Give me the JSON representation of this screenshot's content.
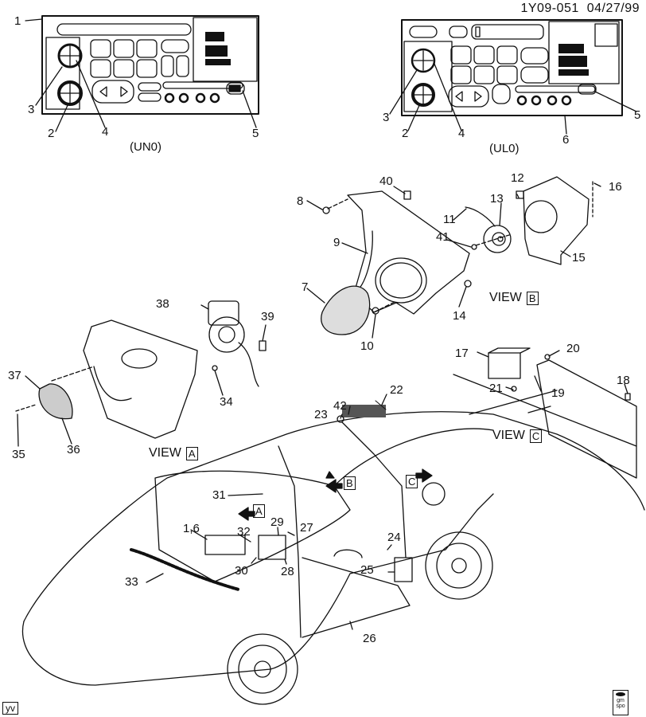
{
  "document": {
    "doc_id": "1Y09-051",
    "date": "04/27/99",
    "footer_left_tag": "yv",
    "footer_right_logo": [
      "gm",
      "spo"
    ]
  },
  "radios": [
    {
      "caption": "(UN0)",
      "callouts": [
        "1",
        "2",
        "3",
        "4",
        "5"
      ]
    },
    {
      "caption": "(UL0)",
      "callouts": [
        "2",
        "3",
        "4",
        "5",
        "6"
      ]
    }
  ],
  "views": {
    "A": {
      "label": "VIEW",
      "letter": "A",
      "callouts": [
        "34",
        "35",
        "36",
        "37",
        "38",
        "39"
      ]
    },
    "B": {
      "label": "VIEW",
      "letter": "B",
      "callouts": [
        "7",
        "8",
        "9",
        "10",
        "11",
        "12",
        "13",
        "14",
        "15",
        "16",
        "40",
        "41"
      ]
    },
    "C": {
      "label": "VIEW",
      "letter": "C",
      "callouts": [
        "17",
        "18",
        "19",
        "20",
        "21"
      ]
    }
  },
  "car": {
    "callouts": [
      "1,6",
      "22",
      "23",
      "24",
      "25",
      "26",
      "27",
      "28",
      "29",
      "30",
      "31",
      "32",
      "33",
      "42"
    ],
    "arrows": [
      {
        "letter": "A",
        "direction": "left"
      },
      {
        "letter": "B",
        "direction": "left"
      },
      {
        "letter": "C",
        "direction": "right"
      }
    ]
  },
  "labels": {
    "l1": "1",
    "l2a": "2",
    "l3a": "3",
    "l4a": "4",
    "l5a": "5",
    "l2b": "2",
    "l3b": "3",
    "l4b": "4",
    "l5b": "5",
    "l6": "6",
    "l7": "7",
    "l8": "8",
    "l9": "9",
    "l10": "10",
    "l11": "11",
    "l12": "12",
    "l13": "13",
    "l14": "14",
    "l15": "15",
    "l16": "16",
    "l17": "17",
    "l18": "18",
    "l19": "19",
    "l20": "20",
    "l21": "21",
    "l22": "22",
    "l23": "23",
    "l24": "24",
    "l25": "25",
    "l26": "26",
    "l27": "27",
    "l28": "28",
    "l29": "29",
    "l30": "30",
    "l31": "31",
    "l32": "32",
    "l33": "33",
    "l34": "34",
    "l35": "35",
    "l36": "36",
    "l37": "37",
    "l38": "38",
    "l39": "39",
    "l40": "40",
    "l41": "41",
    "l42": "42",
    "l16c": "1,6"
  }
}
